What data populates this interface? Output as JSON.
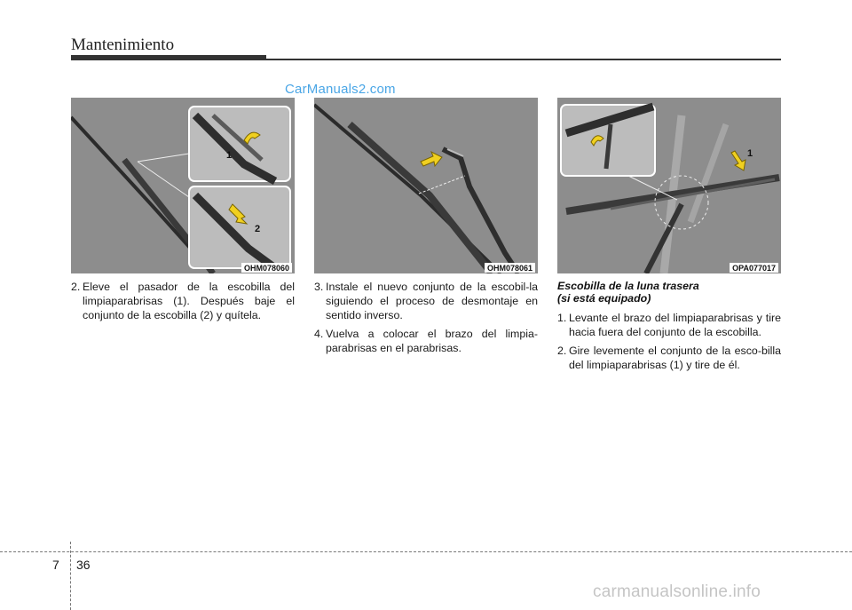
{
  "header": {
    "title": "Mantenimiento"
  },
  "watermark_top": "CarManuals2.com",
  "figures": [
    {
      "code": "OHM078060",
      "callouts": [
        "1",
        "2"
      ]
    },
    {
      "code": "OHM078061"
    },
    {
      "code": "OPA077017",
      "callouts": [
        "1"
      ]
    }
  ],
  "column1": {
    "steps": [
      {
        "num": "2.",
        "text": "Eleve el pasador de la escobilla del limpiaparabrisas (1). Después baje el conjunto de la escobilla (2) y quítela."
      }
    ]
  },
  "column2": {
    "steps": [
      {
        "num": "3.",
        "text": "Instale el nuevo conjunto de la escobil-la siguiendo el proceso de desmontaje en sentido inverso."
      },
      {
        "num": "4.",
        "text": "Vuelva a colocar el brazo del limpia-parabrisas en el parabrisas."
      }
    ]
  },
  "column3": {
    "heading_line1": "Escobilla de la luna trasera",
    "heading_line2": "(si está equipado)",
    "steps": [
      {
        "num": "1.",
        "text": "Levante el brazo del limpiaparabrisas y tire hacia fuera del conjunto de la escobilla."
      },
      {
        "num": "2.",
        "text": "Gire levemente el conjunto de la esco-billa del limpiaparabrisas (1) y tire de él."
      }
    ]
  },
  "footer": {
    "chapter": "7",
    "page": "36",
    "watermark": "carmanualsonline.info"
  }
}
